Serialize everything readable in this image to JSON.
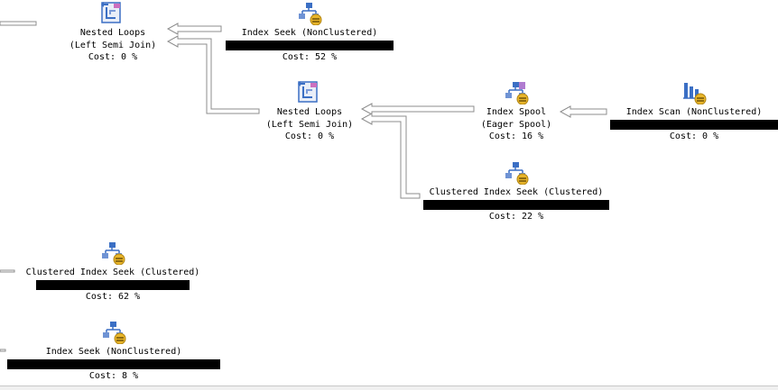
{
  "colors": {
    "background": "#ffffff",
    "arrow_fill": "#ffffff",
    "arrow_stroke": "#8c8c8c",
    "redaction": "#000000",
    "icon_blue": "#3b6fc4",
    "icon_gold": "#e8b52a"
  },
  "nodes": [
    {
      "id": "nested-loops-1",
      "icon": "nested-loops-icon",
      "line1": "Nested Loops",
      "line2": "(Left Semi Join)",
      "cost": "Cost: 0 %"
    },
    {
      "id": "index-seek-1",
      "icon": "index-seek-icon",
      "line1": "Index Seek (NonClustered)",
      "line2": "",
      "cost": "Cost: 52 %"
    },
    {
      "id": "nested-loops-2",
      "icon": "nested-loops-icon",
      "line1": "Nested Loops",
      "line2": "(Left Semi Join)",
      "cost": "Cost: 0 %"
    },
    {
      "id": "index-spool-1",
      "icon": "index-spool-icon",
      "line1": "Index Spool",
      "line2": "(Eager Spool)",
      "cost": "Cost: 16 %"
    },
    {
      "id": "index-scan-1",
      "icon": "index-scan-icon",
      "line1": "Index Scan (NonClustered)",
      "line2": "",
      "cost": "Cost: 0 %"
    },
    {
      "id": "clustered-seek-1",
      "icon": "clustered-index-seek-icon",
      "line1": "Clustered Index Seek (Clustered)",
      "line2": "",
      "cost": "Cost: 22 %"
    },
    {
      "id": "clustered-seek-2",
      "icon": "clustered-index-seek-icon",
      "line1": "Clustered Index Seek (Clustered)",
      "line2": "",
      "cost": "Cost: 62 %"
    },
    {
      "id": "index-seek-2",
      "icon": "index-seek-icon",
      "line1": "Index Seek (NonClustered)",
      "line2": "",
      "cost": "Cost: 8 %"
    }
  ]
}
